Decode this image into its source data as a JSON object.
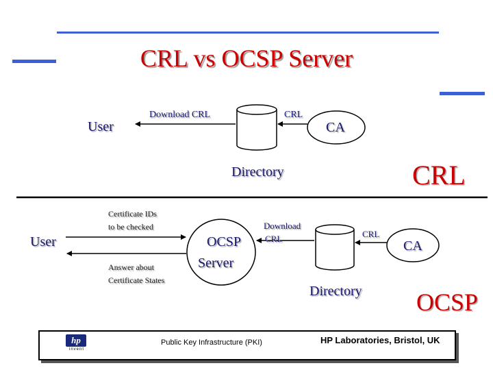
{
  "slide": {
    "title": "CRL vs OCSP Server"
  },
  "crl_section": {
    "user": "User",
    "download_crl": "Download CRL",
    "crl": "CRL",
    "ca": "CA",
    "directory": "Directory",
    "section_label": "CRL"
  },
  "ocsp_section": {
    "user": "User",
    "certificate_ids": "Certificate IDs",
    "to_be_checked": "to be checked",
    "answer_about": "Answer about",
    "certificate_states": "Certificate States",
    "ocsp": "OCSP",
    "server": "Server",
    "download": "Download",
    "download_crl": "CRL",
    "crl": "CRL",
    "ca": "CA",
    "directory": "Directory",
    "section_label": "OCSP"
  },
  "footer": {
    "logo_text": "hp",
    "logo_sub": "invent",
    "center_text": "Public Key Infrastructure (PKI)",
    "right_text": "HP Laboratories, Bristol, UK"
  },
  "colors": {
    "accent_bar": "#3a5fd6",
    "title": "#cc0000",
    "label": "#1a1a6e"
  }
}
